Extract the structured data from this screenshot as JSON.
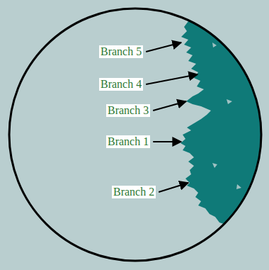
{
  "diagram": {
    "labels": [
      "Branch 5",
      "Branch 4",
      "Branch 3",
      "Branch 1",
      "Branch 2"
    ]
  }
}
